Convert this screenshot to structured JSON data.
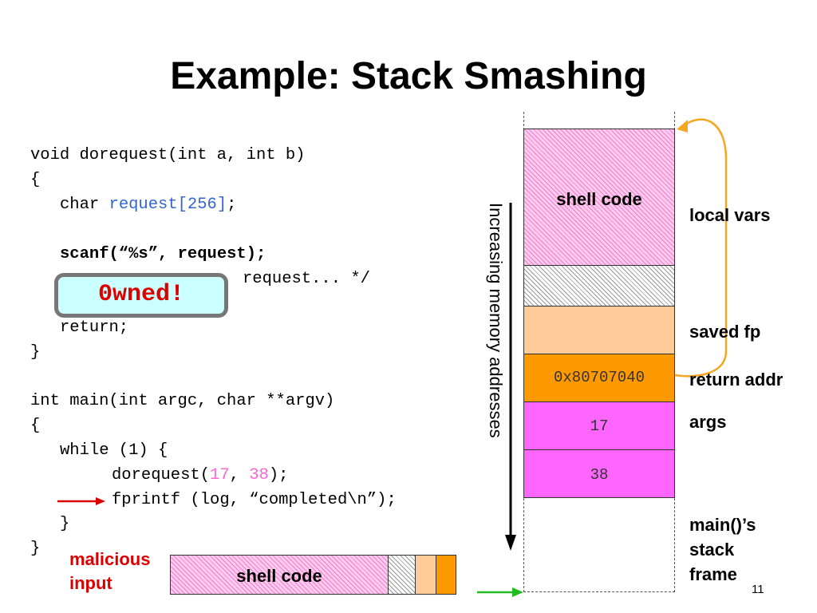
{
  "slide": {
    "title": "Example: Stack Smashing",
    "page_number": "11"
  },
  "code": {
    "line1": "void dorequest(int a, int b)",
    "line2": "{",
    "line3_prefix": "char ",
    "line3_var": "request[256]",
    "line3_suffix": ";",
    "line4": "scanf(“%s”, request);",
    "line5": "request... */",
    "line6": "return;",
    "line7": "}",
    "line8": "int main(int argc, char **argv)",
    "line9": "{",
    "line10": "while (1) {",
    "line11_prefix": "dorequest(",
    "line11_arg1": "17",
    "line11_sep": ", ",
    "line11_arg2": "38",
    "line11_suffix": ");",
    "line12": "fprintf (log, “completed\\n”);",
    "line13": "}",
    "line14": "}"
  },
  "overlay": {
    "owned_label": "0wned!"
  },
  "stack": {
    "shell_code_label": "shell code",
    "return_addr_value": "0x80707040",
    "arg1_value": "17",
    "arg2_value": "38",
    "axis_label": "Increasing memory addresses"
  },
  "labels": {
    "local_vars": "local vars",
    "saved_fp": "saved fp",
    "return_addr": "return addr",
    "args": "args",
    "main_frame_line1": "main()’s",
    "main_frame_line2": "stack",
    "main_frame_line3": "frame"
  },
  "input": {
    "label_line1": "malicious",
    "label_line2": "input",
    "shell_code_label": "shell code"
  },
  "colors": {
    "title_text": "#000000",
    "overlay_text": "#dd0000",
    "overlay_fill": "#ccffff",
    "shell_code_fill": "#ffccf0",
    "saved_fp_fill": "#ffcc99",
    "return_addr_fill": "#ff9900",
    "args_fill": "#ff66ff",
    "arrow_orange": "#f5a623",
    "arrow_red": "#dd0000",
    "arrow_green": "#22bb22"
  }
}
